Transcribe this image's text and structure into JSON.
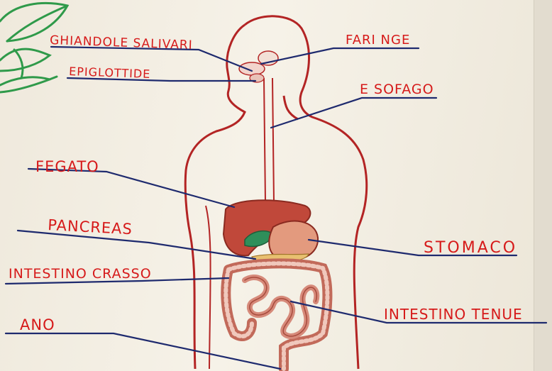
{
  "diagram": {
    "labels": {
      "ghiandole_salivari": "GHIANDOLE SALIVARI",
      "epiglottide": "EPIGLOTTIDE",
      "faringe": "FARI NGE",
      "esofago": "E SOFAGO",
      "fegato": "FEGATO",
      "pancreas": "PANCREAS",
      "stomaco": "STOMACO",
      "intestino_crasso": "INTESTINO CRASSO",
      "intestino_tenue": "INTESTINO TENUE",
      "ano": "ANO"
    }
  },
  "colors": {
    "label_text": "#d61a1a",
    "leader_line": "#1e2a6e",
    "body_outline": "#b32424",
    "liver": "#c0483a",
    "stomach": "#e39a7e",
    "gallbladder": "#2e8f5a",
    "intestine": "#d68a7a",
    "leaf": "#2f9a4a"
  }
}
